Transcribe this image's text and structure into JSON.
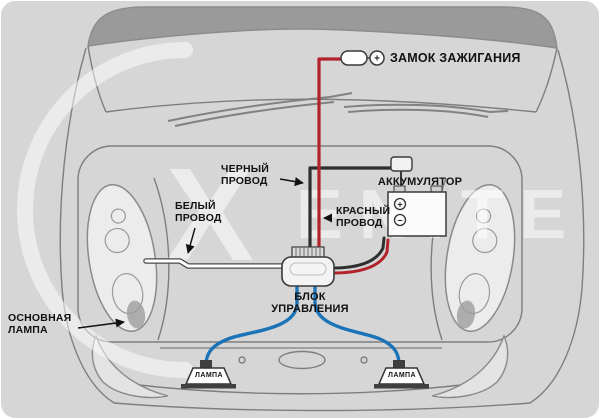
{
  "labels": {
    "ignition": "ЗАМОК ЗАЖИГАНИЯ",
    "black_wire_1": "ЧЕРНЫЙ",
    "black_wire_2": "ПРОВОД",
    "white_wire_1": "БЕЛЫЙ",
    "white_wire_2": "ПРОВОД",
    "red_wire_1": "КРАСНЫЙ",
    "red_wire_2": "ПРОВОД",
    "battery": "АККУМУЛЯТОР",
    "control_unit_1": "БЛОК",
    "control_unit_2": "УПРАВЛЕНИЯ",
    "main_lamp_1": "ОСНОВНАЯ",
    "main_lamp_2": "ЛАМПА",
    "lamp_left": "ЛАМПА",
    "lamp_right": "ЛАМПА"
  },
  "symbols": {
    "plus": "+",
    "battery_plus": "+",
    "battery_minus": "−"
  },
  "watermark": {
    "letter": "X",
    "rest": "ENITE"
  },
  "colors": {
    "background": "#d6d6d6",
    "red_wire": "#b2222a",
    "black_wire": "#2e2e2e",
    "blue_wire": "#1b74b8",
    "white_wire": "#ffffff",
    "label_text": "#111111"
  }
}
